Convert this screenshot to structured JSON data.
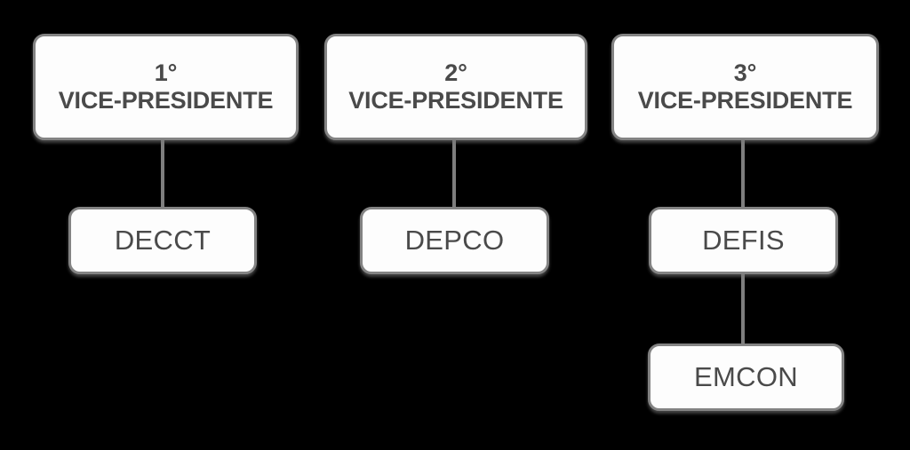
{
  "diagram": {
    "type": "organizational-chart",
    "background_color": "#000000",
    "box_fill_color": "#fdfdfd",
    "box_border_color": "#838383",
    "text_color": "#4a4a4a",
    "connector_color": "#7e7e7e",
    "branches": [
      {
        "id": "branch-1",
        "head": {
          "rank": "1°",
          "title": "VICE-PRESIDENTE"
        },
        "children": [
          {
            "label": "DECCT"
          }
        ]
      },
      {
        "id": "branch-2",
        "head": {
          "rank": "2°",
          "title": "VICE-PRESIDENTE"
        },
        "children": [
          {
            "label": "DEPCO"
          }
        ]
      },
      {
        "id": "branch-3",
        "head": {
          "rank": "3°",
          "title": "VICE-PRESIDENTE"
        },
        "children": [
          {
            "label": "DEFIS"
          }
        ],
        "grandchildren": [
          {
            "label": "EMCON"
          }
        ]
      }
    ]
  }
}
